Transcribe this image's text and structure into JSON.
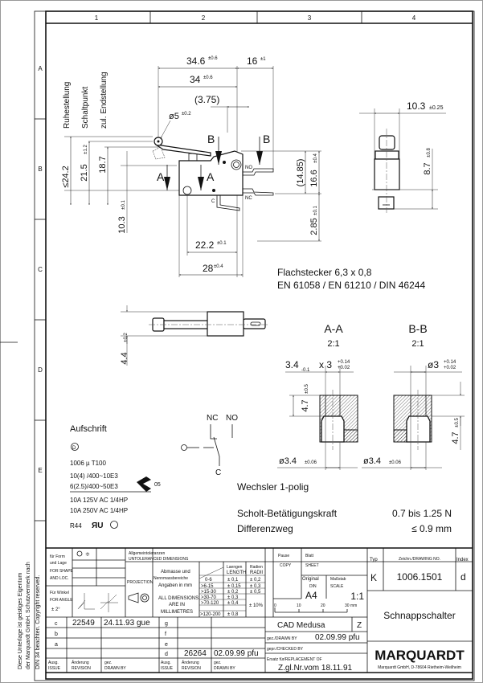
{
  "frame": {
    "columns": [
      "1",
      "2",
      "3",
      "4"
    ],
    "rows": [
      "A",
      "B",
      "C",
      "D",
      "E"
    ]
  },
  "copyright_note": [
    "Diese Unterlage ist geistiges Eigentum",
    "der Marquardt GmbH. Schutzvermerk nach",
    "DIN 34 beachten. Copyright reserved."
  ],
  "main_view": {
    "position_labels": [
      "Ruhestellung",
      "Schaltpunkt",
      "zul. Endstellung"
    ],
    "dims": {
      "d1": "34.6",
      "d1_tol": "±0.6",
      "d2": "16",
      "d2_tol": "±1",
      "d3": "34",
      "d3_tol": "±0.6",
      "d4": "(3.75)",
      "roller": "ø5",
      "roller_tol": "±0.2",
      "h1": "≤24.2",
      "h2": "21.5",
      "h2_tol": "±1.2",
      "h3": "18.7",
      "h4": "10.3",
      "h4_tol": "±0.1",
      "w1": "22.2",
      "w1_tol": "±0.1",
      "w2": "28",
      "w2_tol": "±0.4",
      "v1": "(14.85)",
      "v2": "16.6",
      "v2_tol": "±0.4",
      "v3": "2.85",
      "v3_tol": "±0.1"
    },
    "section_marks": [
      "A",
      "A",
      "B",
      "B"
    ],
    "terminal_labels": [
      "NO",
      "NC",
      "C"
    ]
  },
  "side_view": {
    "width": "10.3",
    "width_tol": "±0.25",
    "height": "8.7",
    "height_tol": "±0.8"
  },
  "bottom_view": {
    "height": "4.4",
    "height_tol": "±0.2"
  },
  "terminal_note": [
    "Flachstecker 6,3 x 0,8",
    "EN 61058 / EN 61210 / DIN 46244"
  ],
  "section_aa": {
    "title": "A-A",
    "scale": "2:1",
    "dim_top": "3.4",
    "dim_top_tol": "-0.1",
    "dim_top_x": "x 3",
    "dim_top_tol2a": "+0.14",
    "dim_top_tol2b": "+0.02",
    "depth": "4.7",
    "depth_tol": "±0.5",
    "dia": "ø3.4",
    "dia_tol": "±0.06"
  },
  "section_bb": {
    "title": "B-B",
    "scale": "2:1",
    "dim_top": "ø3",
    "dim_top_tol_a": "+0.14",
    "dim_top_tol_b": "+0.02",
    "depth": "4.7",
    "depth_tol": "±0.5",
    "dia": "ø3.4",
    "dia_tol": "±0.06"
  },
  "marking": {
    "title": "Aufschrift",
    "lines": [
      "1006  µ        T100",
      "10(4) /400~10E3",
      "6(2.5)/400~50E3",
      "10A 125V AC 1/4HP",
      "10A 250V AC 1/4HP",
      "R44"
    ],
    "cert_suffix": "05"
  },
  "schematic": {
    "labels": [
      "NC",
      "NO",
      "C"
    ],
    "type": "Wechsler 1-polig"
  },
  "specs": [
    {
      "label": "Scholt-Betätigungskraft",
      "value": "0.7 bis 1.25 N"
    },
    {
      "label": "Differenzweg",
      "value": "≤ 0.9 mm"
    }
  ],
  "title_block": {
    "form_label": [
      "für Form",
      "und Lage",
      "FOR SHAPE",
      "AND LOC."
    ],
    "angle_label": [
      "Für Winkel",
      "FOR ANGLE",
      "± 2°"
    ],
    "projection": "PROJECTION",
    "general_tol": [
      "Allgemeintoleranzen",
      "UNTOLERANCED DIMENSIONS"
    ],
    "tol_header": [
      "Abmasse und",
      "Nennmassbereiche",
      "Angaben in mm"
    ],
    "all_dims": [
      "ALL DIMENSIONS",
      "ARE IN",
      "MILLIMETRES"
    ],
    "length_head": [
      "Laengen",
      "LENGTH"
    ],
    "radii_head": [
      "Radien",
      "RADII"
    ],
    "tol_rows": [
      {
        "range": "0-6",
        "length": "± 0,1",
        "radii": "± 0,2"
      },
      {
        "range": ">6-15",
        "length": "± 0,15",
        "radii": "± 0,3"
      },
      {
        "range": ">15-30",
        "length": "± 0,2",
        "radii": "± 0,5"
      },
      {
        "range": ">30-70",
        "length": "± 0,3",
        "radii": ""
      },
      {
        "range": ">70-120",
        "length": "± 0,4",
        "radii": "± 10%"
      },
      {
        "range": ">120-200",
        "length": "± 0,8",
        "radii": ""
      }
    ],
    "revisions_left": [
      {
        "issue": "c",
        "revision": "22549",
        "drawn": "24.11.93  gue"
      },
      {
        "issue": "b",
        "revision": "",
        "drawn": ""
      },
      {
        "issue": "a",
        "revision": "",
        "drawn": ""
      },
      {
        "issue": "",
        "revision": "",
        "drawn": ""
      }
    ],
    "revisions_right": [
      {
        "issue": "g",
        "revision": "",
        "drawn": ""
      },
      {
        "issue": "f",
        "revision": "",
        "drawn": ""
      },
      {
        "issue": "e",
        "revision": "",
        "drawn": ""
      },
      {
        "issue": "d",
        "revision": "26264",
        "drawn": "02.09.99  pfu"
      }
    ],
    "rev_headers": [
      "Ausg.",
      "ISSUE",
      "Änderung",
      "REVISION",
      "gez.",
      "DRAWN BY"
    ],
    "copy": [
      "Pause",
      "COPY"
    ],
    "sheet": [
      "Blatt",
      "SHEET"
    ],
    "original": [
      "Original",
      "DIN"
    ],
    "format": "A4",
    "scale_label": [
      "Maßstab",
      "SCALE"
    ],
    "scale": "1:1",
    "ruler": [
      "0",
      "10",
      "20",
      "30 mm"
    ],
    "cad": "CAD  Medusa",
    "cad_code": "Z",
    "drawn_by_label": "gez./DRAWN BY",
    "drawn_by": "02.09.99  pfu",
    "checked_by_label": "gepr./CHECKED BY",
    "replacement_label": "Ersatz für/REPLACEMENT OF",
    "replacement": "Z.gl.Nr.vom 18.11.91",
    "type_label": "Typ",
    "type": "K",
    "drawing_no_label": "Zeichn./DRAWING NO.",
    "drawing_no": "1006.1501",
    "index_label": "Index",
    "index": "d",
    "title": "Schnappschalter",
    "company": "MARQUARDT",
    "company_address": "Marquardt GmbH, D-78604 Rietheim-Weilheim"
  }
}
